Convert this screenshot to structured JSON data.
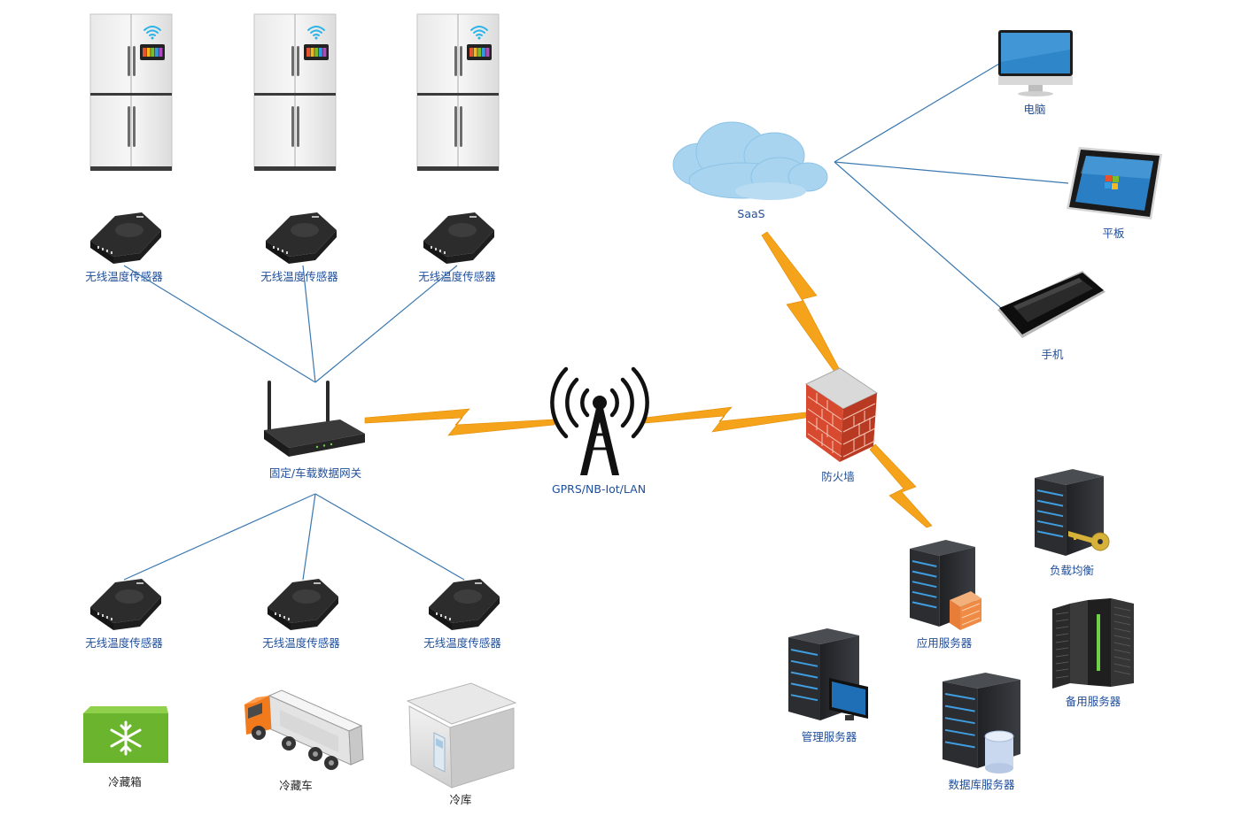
{
  "colors": {
    "link_line": "#3a78b0",
    "bolt": "#f5a31a",
    "label_blue": "#1f4e9a",
    "label_dark": "#222222",
    "cloud": "#a8d4ef",
    "firewall_brick": "#d84a2f",
    "freezer_green": "#6ab52d",
    "truck_orange": "#f07a1c",
    "server_dark": "#2b2d30",
    "server_led": "#3f9de0"
  },
  "icons": {
    "fridge": "smart-fridge-icon",
    "sensor": "wireless-sensor-icon",
    "gateway": "router-icon",
    "tower": "radio-tower-icon",
    "cloud": "cloud-icon",
    "firewall": "firewall-icon",
    "server": "server-rack-icon"
  },
  "labels": {
    "sensor": "无线温度传感器",
    "gateway": "固定/车载数据网关",
    "tower": "GPRS/NB-Iot/LAN",
    "saas": "SaaS",
    "firewall": "防火墙",
    "computer": "电脑",
    "tablet": "平板",
    "phone": "手机",
    "load_balance": "负载均衡",
    "app_server": "应用服务器",
    "backup_server": "备用服务器",
    "mgmt_server": "管理服务器",
    "db_server": "数据库服务器",
    "freezer": "冷藏箱",
    "truck": "冷藏车",
    "cold_store": "冷库"
  }
}
